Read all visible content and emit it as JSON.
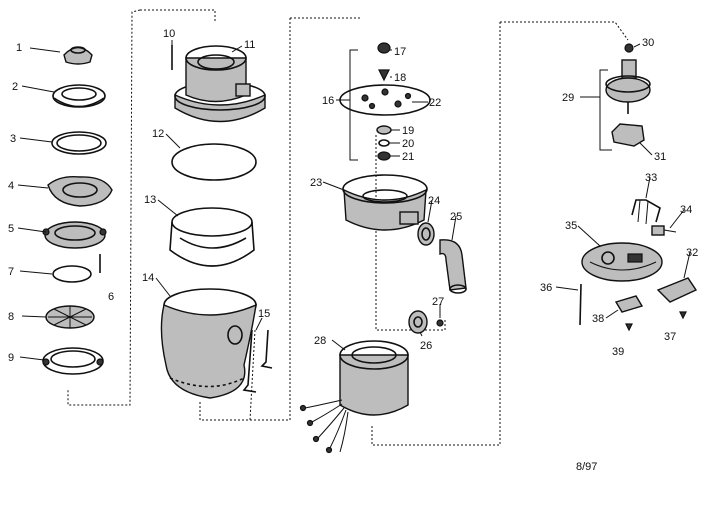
{
  "part_numbers": [
    "1",
    "2",
    "3",
    "4",
    "5",
    "6",
    "7",
    "8",
    "9",
    "10",
    "11",
    "12",
    "13",
    "14",
    "15",
    "16",
    "17",
    "18",
    "19",
    "20",
    "21",
    "22",
    "23",
    "24",
    "25",
    "26",
    "27",
    "28",
    "29",
    "30",
    "31",
    "32",
    "33",
    "34",
    "35",
    "36",
    "37",
    "38",
    "39"
  ],
  "date_code": "8/97",
  "colors": {
    "ink": "#111111",
    "background": "#ffffff",
    "shading": "#bdbdbd"
  }
}
